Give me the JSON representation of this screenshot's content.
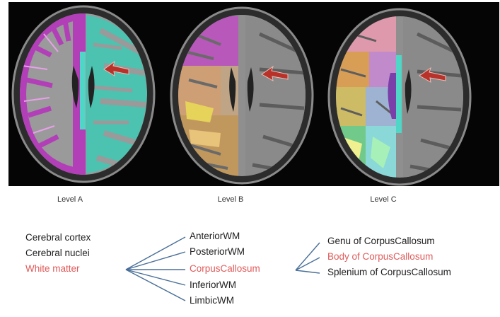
{
  "levels": [
    {
      "label": "Level A"
    },
    {
      "label": "Level B"
    },
    {
      "label": "Level C"
    }
  ],
  "hierarchy": {
    "level_a": [
      "Cerebral cortex",
      "Cerebral nuclei",
      "White matter"
    ],
    "level_b": [
      "AnteriorWM",
      "PosteriorWM",
      "CorpusCallosum",
      "InferiorWM",
      "LimbicWM"
    ],
    "level_c": [
      "Genu of CorpusCallosum",
      "Body of CorpusCallosum",
      "Splenium of CorpusCallosum"
    ]
  },
  "highlight": {
    "level_a": "White matter",
    "level_b": "CorpusCallosum",
    "level_c": "Body of CorpusCallosum"
  },
  "colors": {
    "highlight_text": "#e05a5a",
    "connector_lines": "#4a6f99",
    "cortex_overlay": "#b23fb8",
    "white_matter_overlay": "#3ec9b4",
    "arrow": "#b8322a",
    "background_panel": "#050505"
  }
}
